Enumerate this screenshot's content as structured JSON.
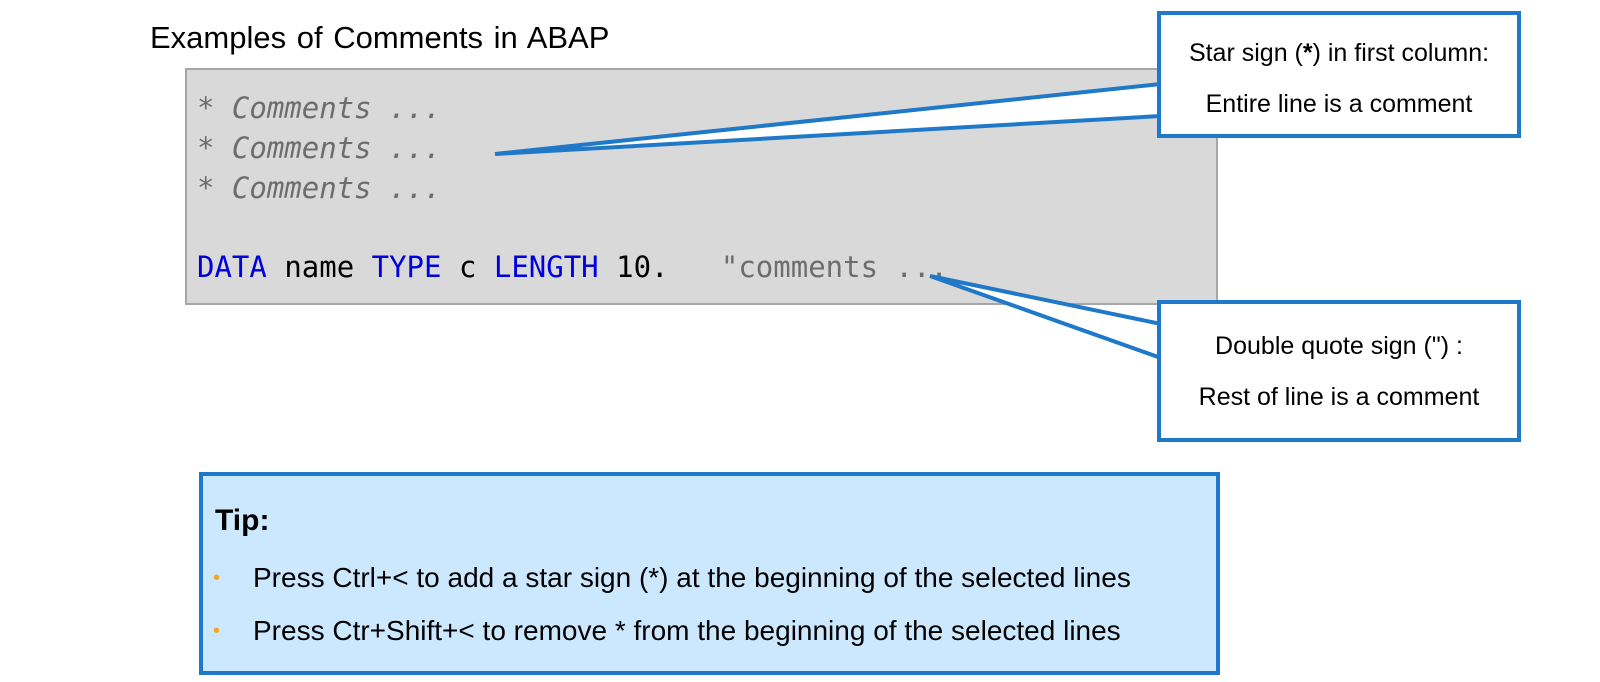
{
  "heading": "Examples  of Comments  in ABAP",
  "code": {
    "comment_lines": [
      "* Comments ...",
      "* Comments ...",
      "* Comments ..."
    ],
    "data_line": {
      "kw_data": "DATA",
      "name": "name",
      "kw_type": "TYPE",
      "type_c": "c",
      "kw_length": "LENGTH",
      "length_val": "10.",
      "inline_comment": "\"comments ..."
    }
  },
  "callouts": {
    "star": {
      "line1_pre": "Star sign (",
      "line1_star": "*",
      "line1_post": ")  in first column:",
      "line2": "Entire line is a comment"
    },
    "quote": {
      "line1": "Double quote sign (\") :",
      "line2": "Rest of line is a comment"
    }
  },
  "tip": {
    "title": "Tip:",
    "bullet_glyph": "•",
    "items": [
      "Press Ctrl+< to add a star sign (*) at the beginning of the selected lines",
      "Press Ctr+Shift+< to remove * from the beginning of the selected  lines"
    ]
  },
  "colors": {
    "keyword": "#0000dd",
    "comment": "#6d6d6d",
    "accent_border": "#1f78c8",
    "tip_background": "#cce8ff",
    "code_background": "#d9d9d9",
    "bullet": "#f5a623"
  }
}
